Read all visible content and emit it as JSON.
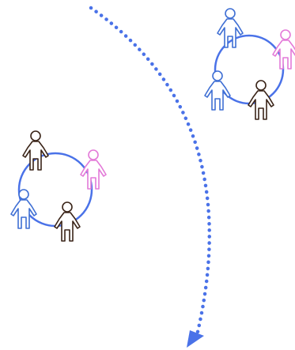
{
  "colors": {
    "ring": "#4a72e8",
    "arrow": "#4a72e8",
    "figure_blue": "#3f6fd4",
    "figure_dark": "#3a2418",
    "figure_pink": "#e37ad8",
    "background": "#ffffff"
  },
  "icons": {
    "person": "person-icon",
    "group": "circle-of-people-icon",
    "arrow": "dotted-curved-arrow-icon"
  },
  "groups": [
    {
      "id": "group-before",
      "people": [
        {
          "role": "top",
          "color": "figure_dark"
        },
        {
          "role": "right",
          "color": "figure_pink"
        },
        {
          "role": "left",
          "color": "figure_blue"
        },
        {
          "role": "bottom",
          "color": "figure_dark"
        }
      ]
    },
    {
      "id": "group-after",
      "people": [
        {
          "role": "top",
          "color": "figure_blue"
        },
        {
          "role": "right",
          "color": "figure_pink"
        },
        {
          "role": "left",
          "color": "figure_blue"
        },
        {
          "role": "bottom",
          "color": "figure_dark"
        }
      ]
    }
  ]
}
